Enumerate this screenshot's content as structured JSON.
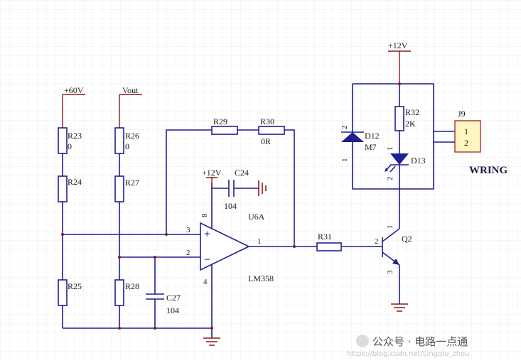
{
  "rails": {
    "plus60": "+60V",
    "vout": "Vout",
    "plus12_top": "+12V",
    "plus12_opamp": "+12V"
  },
  "resistors": {
    "r23": {
      "ref": "R23",
      "value": "0"
    },
    "r24": {
      "ref": "R24"
    },
    "r25": {
      "ref": "R25"
    },
    "r26": {
      "ref": "R26",
      "value": "0"
    },
    "r27": {
      "ref": "R27"
    },
    "r28": {
      "ref": "R28"
    },
    "r29": {
      "ref": "R29"
    },
    "r30": {
      "ref": "R30",
      "value": "0R"
    },
    "r31": {
      "ref": "R31"
    },
    "r32": {
      "ref": "R32",
      "value": "2K"
    }
  },
  "capacitors": {
    "c24": {
      "ref": "C24",
      "value": "104"
    },
    "c27": {
      "ref": "C27",
      "value": "104"
    }
  },
  "opamp": {
    "ref": "U6A",
    "part": "LM358",
    "pins": {
      "plus_in": "3",
      "minus_in": "2",
      "out": "1",
      "vcc": "8",
      "gnd": "4"
    },
    "plus_sign": "+",
    "minus_sign": "−"
  },
  "diodes": {
    "d12": {
      "ref": "D12",
      "value": "M7",
      "pin_top": "2",
      "pin_bottom": "1"
    },
    "d13": {
      "ref": "D13",
      "pin_top": "1",
      "pin_bottom": "2"
    }
  },
  "transistor": {
    "ref": "Q2",
    "pin_c": "1",
    "pin_b": "2",
    "pin_e": "3"
  },
  "connector": {
    "ref": "J9",
    "pin1": "1",
    "pin2": "2",
    "label": "WRING"
  },
  "watermark": {
    "channel": "公众号 · 电路一点通",
    "url": "https://blog.csdn.net/Lingqiu_zhou"
  },
  "colors": {
    "wire": "#1f1f8f",
    "rail": "#8b1a1a",
    "connector_fill": "#fff6c2",
    "grid": "#ececec"
  }
}
